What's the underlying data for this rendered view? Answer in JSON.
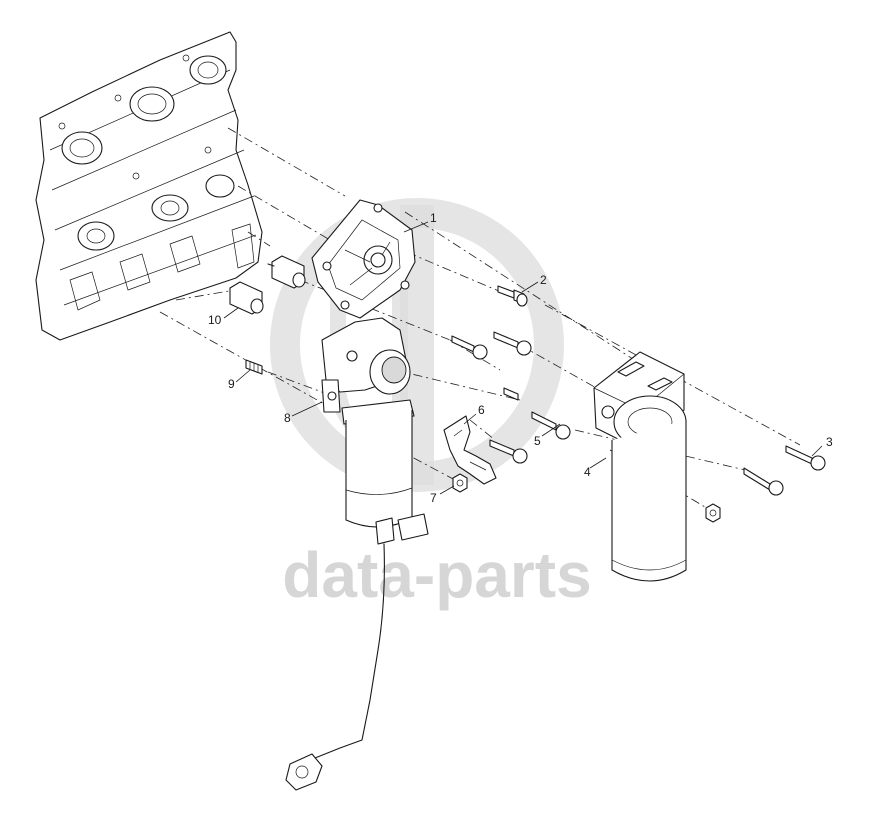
{
  "watermark": {
    "text": "data-parts",
    "color": "#d6d6d6"
  },
  "callouts": [
    {
      "id": "1",
      "label": "1"
    },
    {
      "id": "2",
      "label": "2"
    },
    {
      "id": "3",
      "label": "3"
    },
    {
      "id": "4",
      "label": "4"
    },
    {
      "id": "5",
      "label": "5"
    },
    {
      "id": "6",
      "label": "6"
    },
    {
      "id": "7",
      "label": "7"
    },
    {
      "id": "8",
      "label": "8"
    },
    {
      "id": "9",
      "label": "9"
    },
    {
      "id": "10",
      "label": "10"
    }
  ],
  "colors": {
    "line": "#1a1a1a",
    "background": "#ffffff",
    "watermark": "#d6d6d6"
  }
}
